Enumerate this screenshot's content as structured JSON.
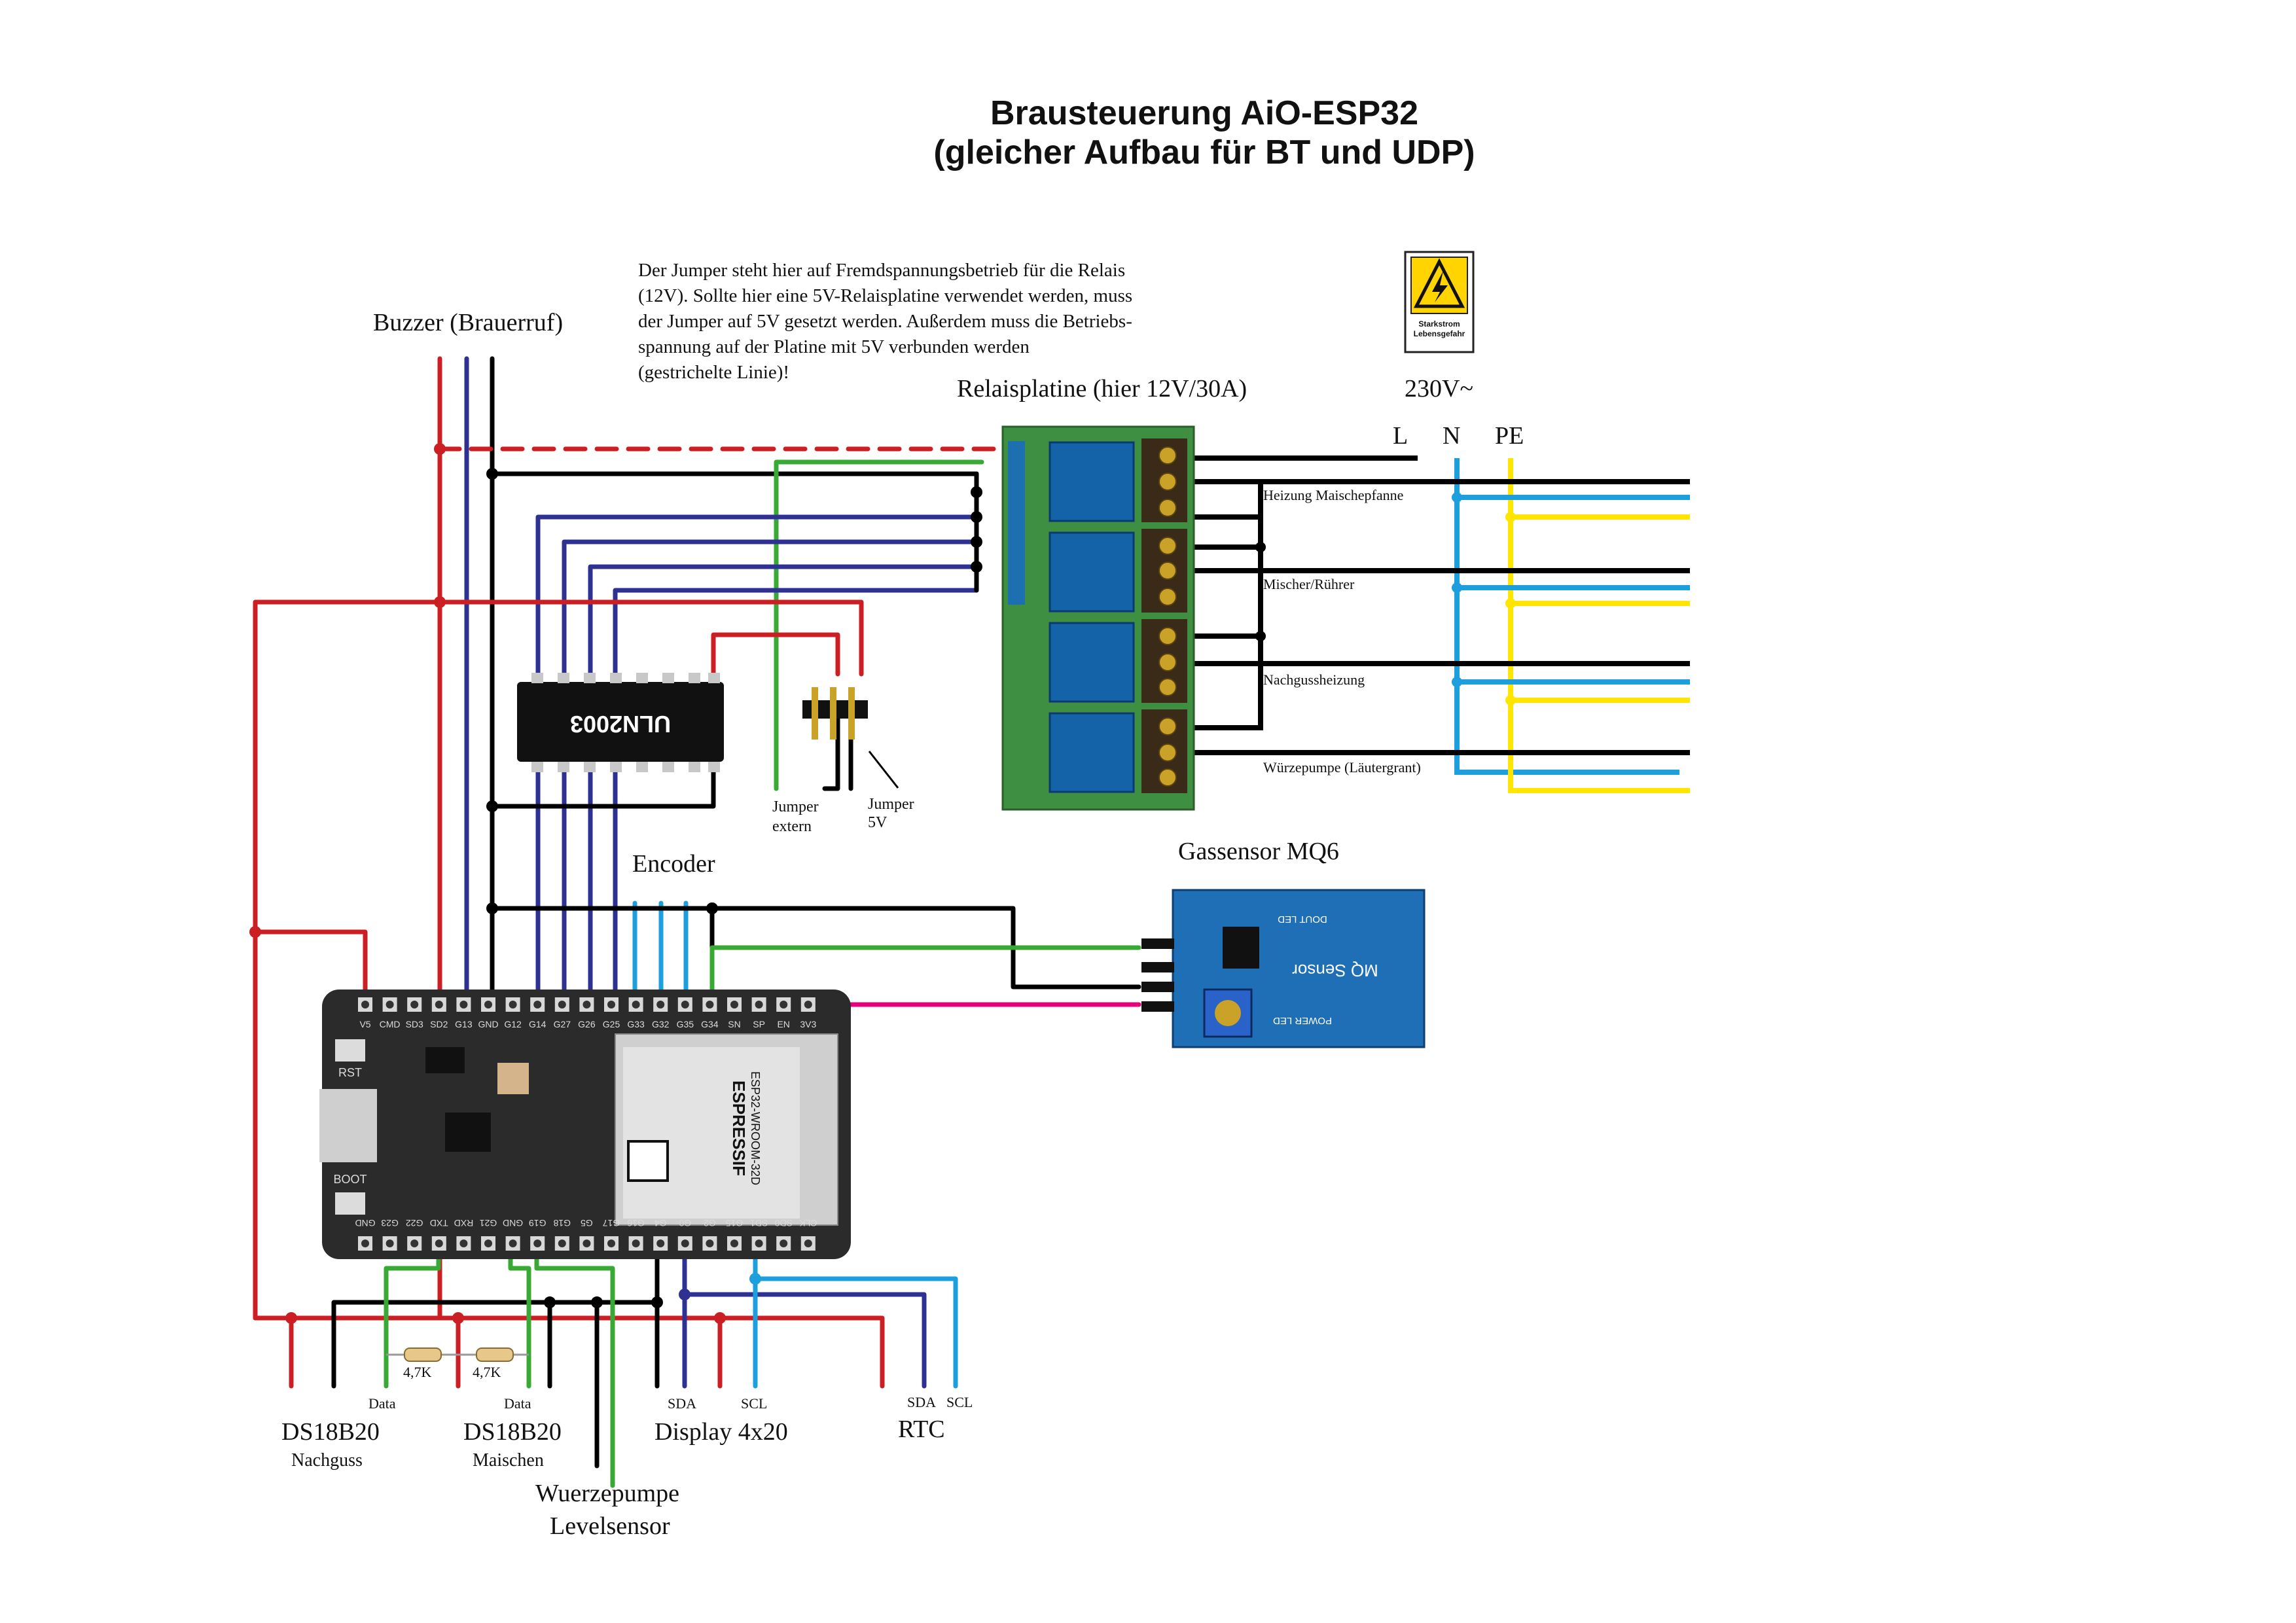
{
  "title": {
    "line1": "Brausteuerung AiO-ESP32",
    "line2": "(gleicher Aufbau für BT und UDP)"
  },
  "note": {
    "lines": [
      "Der Jumper steht hier auf Fremdspannungsbetrieb für die Relais",
      "(12V). Sollte hier eine 5V-Relaisplatine verwendet werden, muss",
      "der Jumper auf 5V gesetzt werden. Außerdem muss die Betriebs-",
      "spannung auf der Platine mit 5V verbunden werden",
      "(gestrichelte Linie)!"
    ]
  },
  "labels": {
    "buzzer": "Buzzer (Brauerruf)",
    "relay_board": "Relaisplatine (hier 12V/30A)",
    "mains": "230V~",
    "phase_L": "L",
    "phase_N": "N",
    "phase_PE": "PE",
    "encoder": "Encoder",
    "gas_sensor": "Gassensor MQ6",
    "jumper_ext": [
      "Jumper",
      "extern"
    ],
    "jumper_5v": [
      "Jumper",
      "5V"
    ],
    "warning_sign": [
      "Starkstrom",
      "Lebensgefahr"
    ]
  },
  "loads": [
    "Heizung Maischepfanne",
    "Mischer/Rührer",
    "Nachgussheizung",
    "Würzepumpe (Läutergrant)"
  ],
  "ic": {
    "label": "ULN2003"
  },
  "esp32": {
    "top_pins": [
      "V5",
      "CMD",
      "SD3",
      "SD2",
      "G13",
      "GND",
      "G12",
      "G14",
      "G27",
      "G26",
      "G25",
      "G33",
      "G32",
      "G35",
      "G34",
      "SN",
      "SP",
      "EN",
      "3V3"
    ],
    "bottom_pins": [
      "CLK",
      "SD0",
      "SD1",
      "G15",
      "G2",
      "G0",
      "G4",
      "G16",
      "G17",
      "G5",
      "G18",
      "G19",
      "GND",
      "G21",
      "RXD",
      "TXD",
      "G22",
      "G23",
      "GND"
    ],
    "button_rst": "RST",
    "button_boot": "BOOT",
    "module_brand": "ESPRESSIF",
    "module_model": "ESP32-WROOM-32D"
  },
  "mq6": {
    "text1": "MQ Sensor",
    "text2": "DOUT LED",
    "text3": "POWER LED"
  },
  "resistors": [
    "4,7K",
    "4,7K"
  ],
  "bottom": {
    "ds1": {
      "data": "Data",
      "name": "DS18B20",
      "sub": "Nachguss"
    },
    "ds2": {
      "data": "Data",
      "name": "DS18B20",
      "sub": "Maischen"
    },
    "pump": [
      "Wuerzepumpe",
      "Levelsensor"
    ],
    "display": {
      "sda": "SDA",
      "scl": "SCL",
      "name": "Display 4x20"
    },
    "rtc": {
      "sda": "SDA",
      "scl": "SCL",
      "name": "RTC"
    }
  },
  "colors": {
    "red": "#cc1f24",
    "navy": "#2e3192",
    "black": "#000000",
    "green": "#39a935",
    "cyan": "#1c9fdc",
    "yellow": "#ffe600",
    "magenta": "#e6007e",
    "pcb_green": "#3f8f43",
    "pcb_blue": "#1462a8",
    "esp_board": "#2b2b2b"
  }
}
